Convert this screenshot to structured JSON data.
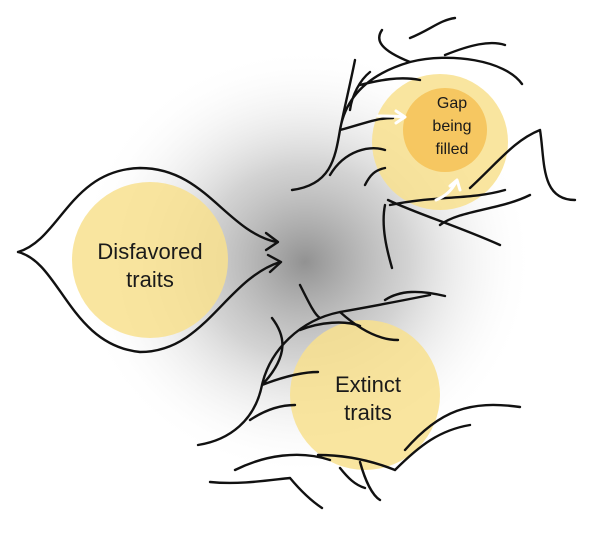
{
  "diagram": {
    "disfavored": {
      "line1": "Disfavored",
      "line2": "traits"
    },
    "gap": {
      "line1": "Gap",
      "line2": "being",
      "line3": "filled"
    },
    "extinct": {
      "line1": "Extinct",
      "line2": "traits"
    }
  },
  "colors": {
    "circle_fill": "#f8e08e",
    "gap_core": "#f5c35a",
    "arrow_light": "#ffffff",
    "line": "#111111",
    "shadow": "#8c8c8c"
  }
}
